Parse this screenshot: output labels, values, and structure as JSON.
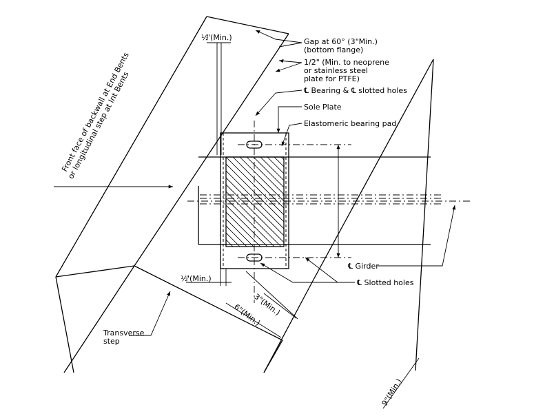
{
  "labels": {
    "backwall_line1": "Front face of backwall at End Bents",
    "backwall_line2": "or longitudinal step at Int Bents",
    "half_inch_top_frac": "½",
    "half_inch_top_min": "\"(Min.)",
    "gap_line1": "Gap at 60° (3\"Min.)",
    "gap_line2": "(bottom flange)",
    "half_line1": "1/2\" (Min. to neoprene",
    "half_line2": "or stainless steel",
    "half_line3": "plate for PTFE)",
    "bearing_cl": "℄ Bearing & ℄ slotted holes",
    "sole_plate": "Sole Plate",
    "elastomeric": "Elastomeric bearing pad",
    "girder_cl": "℄ Girder",
    "slotted_holes": "℄ Slotted holes",
    "half_inch_bot_frac": "½",
    "half_inch_bot_min": "\"(Min.)",
    "three_min": "3\"(Min.)",
    "six_min": "6\"(Min.)",
    "nine_min": "9\"(Min.)",
    "transverse_line1": "Transverse",
    "transverse_line2": "step"
  }
}
